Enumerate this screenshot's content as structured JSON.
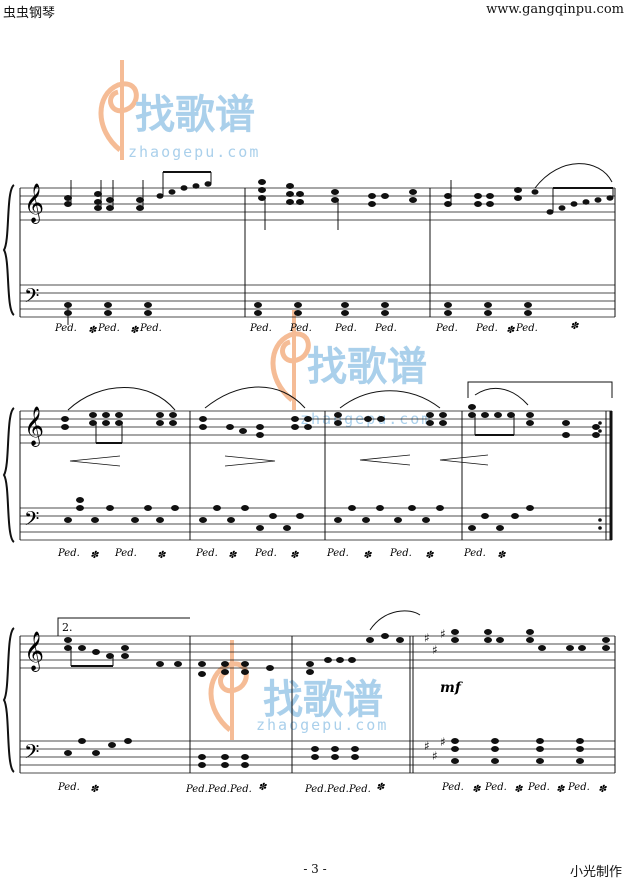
{
  "header": {
    "site_name": "虫虫钢琴",
    "site_url": "www.gangqinpu.com"
  },
  "watermark": {
    "title": "找歌谱",
    "url": "zhaogepu.com"
  },
  "score": {
    "volta_2": "2.",
    "dynamic_mf": "mf",
    "pedal_mark": "Ped.",
    "release_mark": "✽",
    "clef_treble": "𝄞",
    "clef_bass": "𝄢"
  },
  "footer": {
    "page_number": "- 3 -",
    "maker": "小光制作"
  },
  "colors": {
    "watermark_orange": "#f4b184",
    "watermark_blue": "#9cc8e8",
    "ink": "#111111"
  }
}
